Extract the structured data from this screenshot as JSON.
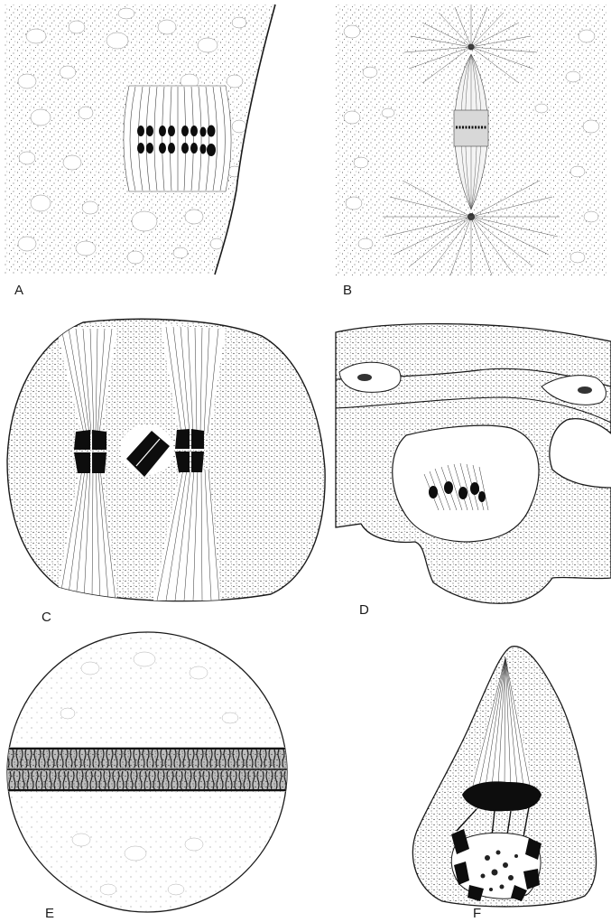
{
  "figure": {
    "panels": [
      {
        "id": "A",
        "label": "A"
      },
      {
        "id": "B",
        "label": "B"
      },
      {
        "id": "C",
        "label": "C"
      },
      {
        "id": "D",
        "label": "D"
      },
      {
        "id": "E",
        "label": "E"
      },
      {
        "id": "F",
        "label": "F"
      }
    ],
    "colors": {
      "ink": "#1a1a1a",
      "chromosome": "#0d0d0d",
      "paper": "#ffffff",
      "stipple": "#2a2a2a"
    }
  }
}
